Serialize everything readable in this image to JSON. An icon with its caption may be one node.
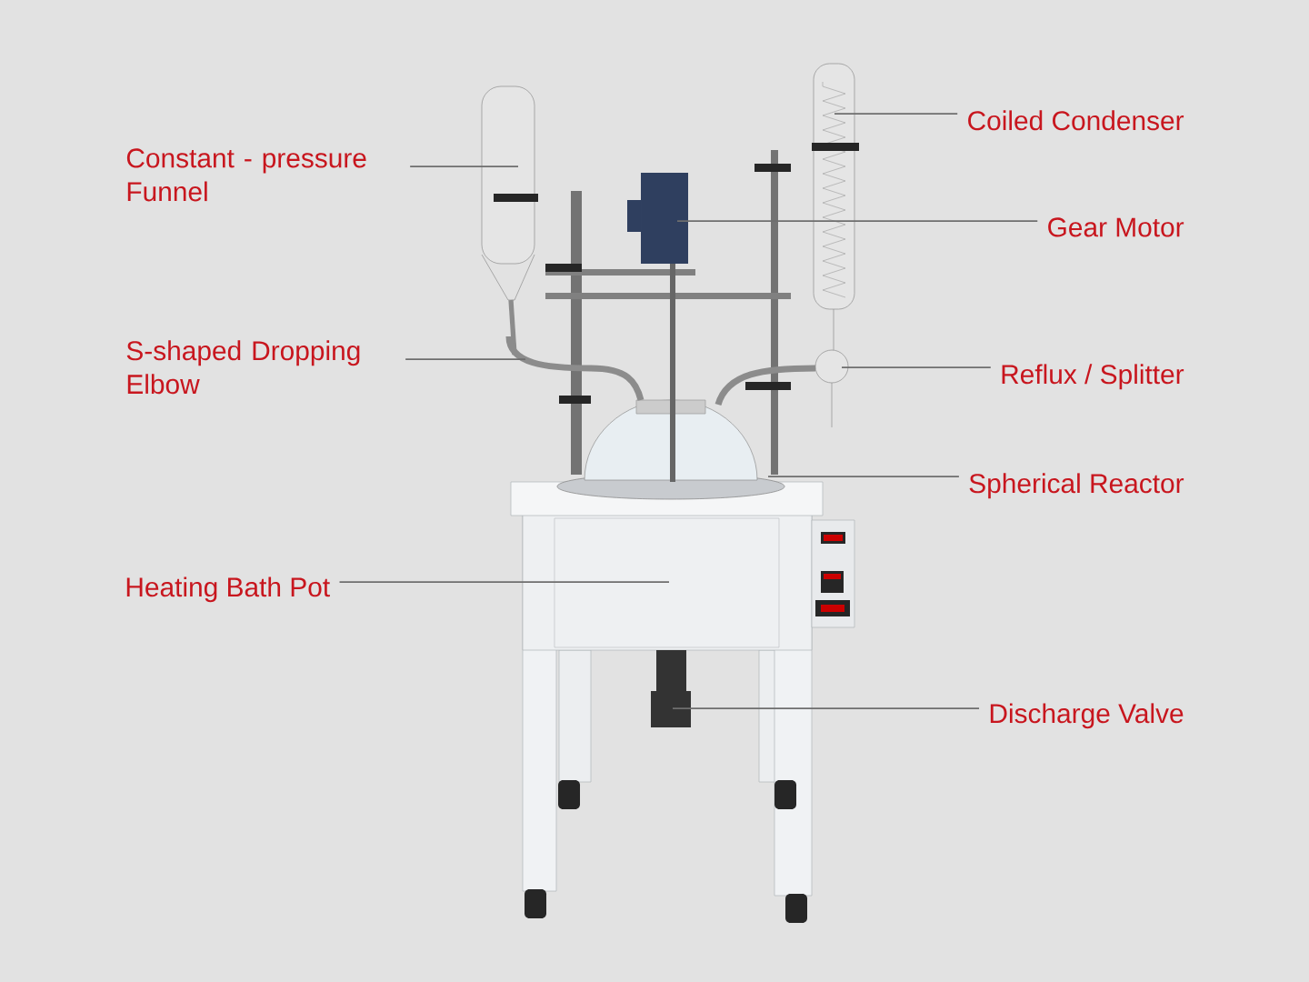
{
  "diagram": {
    "nodes": [
      {
        "text": [
          "Coiled Condenser"
        ]
      },
      {
        "text": [
          "Constant - pressure Funnel"
        ]
      },
      {
        "text": [
          "Gear Motor"
        ]
      },
      {
        "text": [
          "S-shaped Dropping Elbow"
        ]
      },
      {
        "text": [
          "Reflux / Splitter"
        ]
      },
      {
        "text": [
          "Spherical Reactor"
        ]
      },
      {
        "text": [
          "Heating Bath Pot"
        ]
      },
      {
        "text": [
          "Discharge Valve"
        ]
      }
    ],
    "edges": [
      {
        "from": 0,
        "to": null,
        "arrow": "none"
      },
      {
        "from": 1,
        "to": null,
        "arrow": "none"
      },
      {
        "from": 2,
        "to": null,
        "arrow": "none"
      },
      {
        "from": 3,
        "to": null,
        "arrow": "none"
      },
      {
        "from": 4,
        "to": null,
        "arrow": "none"
      },
      {
        "from": 5,
        "to": null,
        "arrow": "none"
      },
      {
        "from": 6,
        "to": null,
        "arrow": "none"
      },
      {
        "from": 7,
        "to": null,
        "arrow": "none"
      }
    ]
  }
}
